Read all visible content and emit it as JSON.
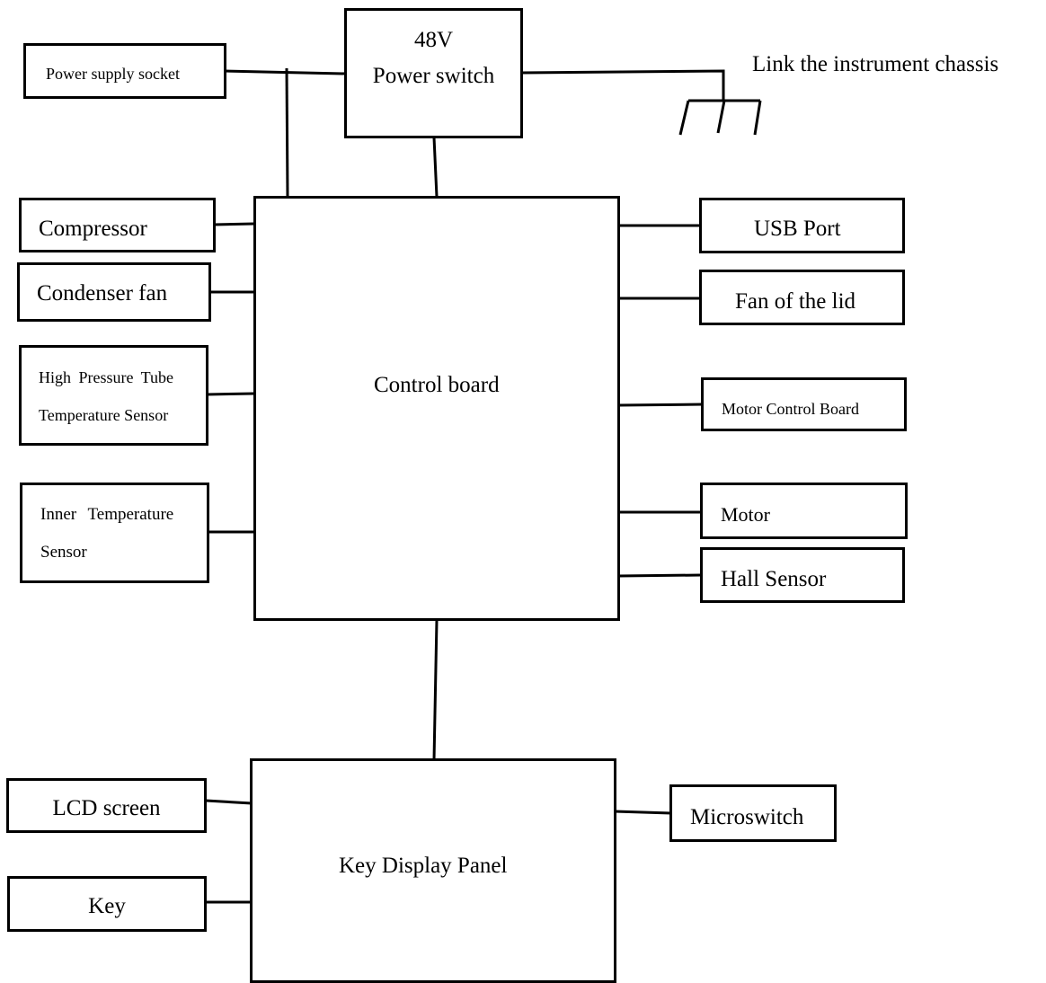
{
  "power_supply_socket": "Power supply socket",
  "power_switch": {
    "voltage": "48V",
    "label": "Power switch"
  },
  "chassis": "Link the instrument chassis",
  "control_board": "Control board",
  "left": {
    "compressor": "Compressor",
    "condenser_fan": "Condenser fan",
    "hp_sensor": {
      "line1": "High Pressure Tube",
      "line2": "Temperature Sensor"
    },
    "inner_sensor": {
      "line1": "Inner Temperature",
      "line2": "Sensor"
    }
  },
  "right": {
    "usb_port": "USB Port",
    "lid_fan": "Fan of the lid",
    "motor_control_board": "Motor Control Board",
    "motor": "Motor",
    "hall_sensor": "Hall Sensor"
  },
  "key_display_panel": "Key Display Panel",
  "lcd_screen": "LCD screen",
  "key": "Key",
  "microswitch": "Microswitch"
}
